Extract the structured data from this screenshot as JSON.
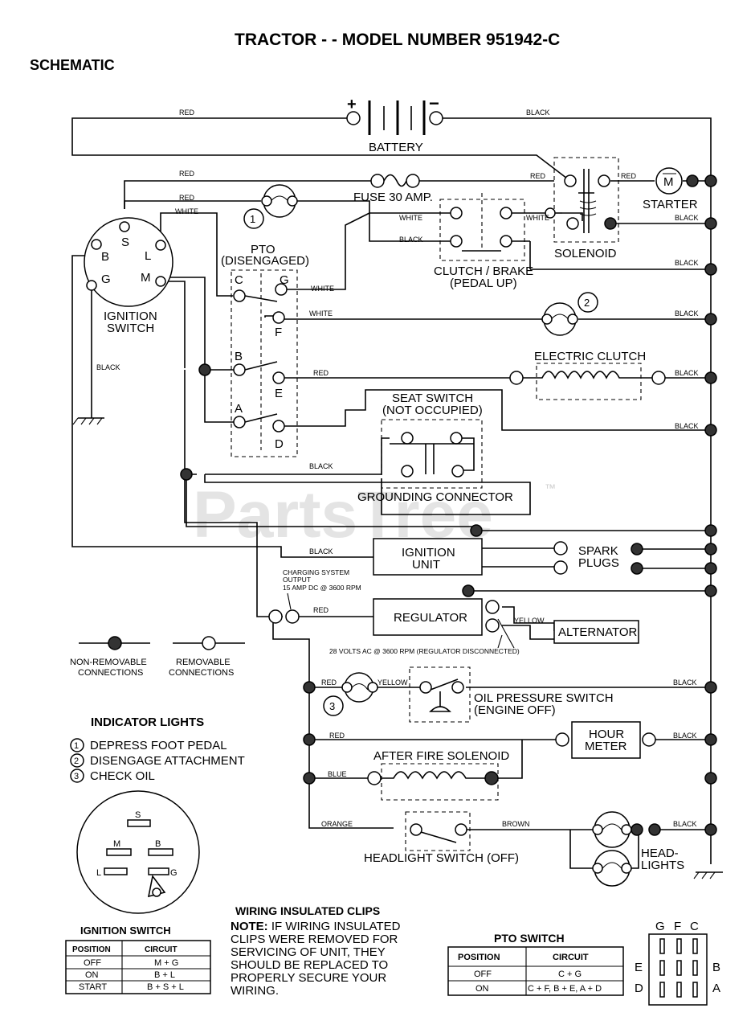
{
  "title": "TRACTOR - - MODEL NUMBER 951942-C",
  "subtitle": "SCHEMATIC",
  "watermark": "PartsTree",
  "watermark_tm": "™",
  "components": {
    "battery": "BATTERY",
    "plus": "+",
    "minus": "−",
    "fuse": "FUSE 30 AMP.",
    "starter": "STARTER",
    "starter_m": "M",
    "solenoid": "SOLENOID",
    "clutch_brake": [
      "CLUTCH / BRAKE",
      "(PEDAL UP)"
    ],
    "pto": [
      "PTO",
      "(DISENGAGED)"
    ],
    "ignition_switch": [
      "IGNITION",
      "SWITCH"
    ],
    "electric_clutch": "ELECTRIC CLUTCH",
    "seat_switch": [
      "SEAT SWITCH",
      "(NOT OCCUPIED)"
    ],
    "grounding_connector": "GROUNDING CONNECTOR",
    "ignition_unit": [
      "IGNITION",
      "UNIT"
    ],
    "spark_plugs": [
      "SPARK",
      "PLUGS"
    ],
    "charging": [
      "CHARGING SYSTEM",
      "OUTPUT",
      "15 AMP DC @ 3600 RPM"
    ],
    "regulator": "REGULATOR",
    "alternator": "ALTERNATOR",
    "ac_note": "28 VOLTS AC @ 3600 RPM (REGULATOR DISCONNECTED)",
    "oil_pressure": [
      "OIL PRESSURE SWITCH",
      "(ENGINE OFF)"
    ],
    "hour_meter": [
      "HOUR",
      "METER"
    ],
    "after_fire": "AFTER FIRE SOLENOID",
    "headlight_switch": "HEADLIGHT SWITCH (OFF)",
    "headlights": [
      "HEAD-",
      "LIGHTS"
    ]
  },
  "terminals": {
    "ign": [
      "S",
      "B",
      "L",
      "G",
      "M"
    ],
    "pto": [
      "C",
      "G",
      "F",
      "B",
      "E",
      "A",
      "D"
    ],
    "ind": [
      "1",
      "2",
      "3"
    ]
  },
  "wire_colors": {
    "red": "RED",
    "black": "BLACK",
    "white": "WHITE",
    "yellow": "YELLOW",
    "blue": "BLUE",
    "orange": "ORANGE",
    "brown": "BROWN"
  },
  "legend": {
    "non_removable": [
      "NON-REMOVABLE",
      "CONNECTIONS"
    ],
    "removable": [
      "REMOVABLE",
      "CONNECTIONS"
    ]
  },
  "indicator_lights": {
    "title": "INDICATOR LIGHTS",
    "items": [
      {
        "num": "1",
        "label": "DEPRESS FOOT PEDAL"
      },
      {
        "num": "2",
        "label": "DISENGAGE ATTACHMENT"
      },
      {
        "num": "3",
        "label": "CHECK OIL"
      }
    ]
  },
  "ignition_switch_table": {
    "title": "IGNITION SWITCH",
    "headers": [
      "POSITION",
      "CIRCUIT"
    ],
    "rows": [
      [
        "OFF",
        "M + G"
      ],
      [
        "ON",
        "B + L"
      ],
      [
        "START",
        "B + S + L"
      ]
    ]
  },
  "ignition_face": [
    "S",
    "M",
    "B",
    "L",
    "G"
  ],
  "wiring_note": {
    "title": "WIRING INSULATED CLIPS",
    "note_label": "NOTE:",
    "lines": [
      " IF WIRING INSULATED",
      "CLIPS WERE REMOVED FOR",
      "SERVICING OF UNIT, THEY",
      "SHOULD BE REPLACED TO",
      "PROPERLY SECURE YOUR",
      "WIRING."
    ]
  },
  "pto_switch_table": {
    "title": "PTO SWITCH",
    "headers": [
      "POSITION",
      "CIRCUIT"
    ],
    "rows": [
      [
        "OFF",
        "C + G"
      ],
      [
        "ON",
        "C + F, B + E, A + D"
      ]
    ]
  },
  "pto_face": {
    "top": [
      "G",
      "F",
      "C"
    ],
    "left": [
      "E",
      "D"
    ],
    "right": [
      "B",
      "A"
    ]
  }
}
